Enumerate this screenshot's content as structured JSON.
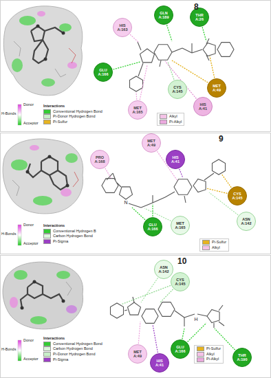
{
  "diagram": {
    "nodes": [
      {
        "text": [
          "GLN A:189"
        ]
      },
      {
        "text": [
          "THR A:26"
        ]
      },
      {
        "text": [
          "HIS A:163"
        ]
      },
      {
        "text": [
          "GLU A:166"
        ]
      },
      {
        "text": [
          "CYS A:145"
        ]
      },
      {
        "text": [
          "MET A:49"
        ]
      },
      {
        "text": [
          "MET A:165"
        ]
      },
      {
        "text": [
          "HIS A:41"
        ]
      },
      {
        "text": [
          "MET A:49"
        ]
      },
      {
        "text": [
          "PRO A:168"
        ]
      },
      {
        "text": [
          "HIS A:41"
        ]
      },
      {
        "text": [
          "CYS A:145"
        ]
      },
      {
        "text": [
          "ASN A:142"
        ]
      },
      {
        "text": [
          "GLU A:166"
        ]
      },
      {
        "text": [
          "MET A:165"
        ]
      },
      {
        "text": [
          "ASN A:142"
        ]
      },
      {
        "text": [
          "CYS A:145"
        ]
      },
      {
        "text": [
          "GLU A:166"
        ]
      },
      {
        "text": [
          "THR A:190"
        ]
      },
      {
        "text": [
          "MET A:49"
        ]
      },
      {
        "text": [
          "HIS A:41"
        ]
      }
    ],
    "labels": [
      "8",
      "H-Bonds",
      "Donor",
      "Acceptor",
      "Interactions",
      "9",
      "N",
      "H-Bonds",
      "Donor",
      "Acceptor",
      "Interactions",
      "10",
      "H",
      "H-Bonds",
      "Donor",
      "Acceptor",
      "Interactions"
    ],
    "legend": [
      {
        "text": "Conventional Hydrogen Bond",
        "color": "#33cc33"
      },
      {
        "text": "Pi-Donor Hydrogen Bond",
        "color": "#c8eec8"
      },
      {
        "text": "Pi-Sulfur",
        "color": "#e6b422"
      },
      {
        "text": "Alkyl",
        "color": "#f5c2e7"
      },
      {
        "text": "Pi-Alkyl",
        "color": "#eaa8dd"
      },
      {
        "text": "Conventional Hydrogen B",
        "color": "#33cc33"
      },
      {
        "text": "Carbon Hydrogen Bond",
        "color": "#dcf5dc"
      },
      {
        "text": "Pi-Sigma",
        "color": "#9b3fc4"
      },
      {
        "text": "Pi-Sulfur",
        "color": "#e6b422"
      },
      {
        "text": "Alkyl",
        "color": "#f5c2e7"
      },
      {
        "text": "Conventional Hydrogen Bond",
        "color": "#33cc33"
      },
      {
        "text": "Carbon Hydrogen Bond",
        "color": "#dcf5dc"
      },
      {
        "text": "Pi-Donor Hydrogen Bond",
        "color": "#c8eec8"
      },
      {
        "text": "Pi-Sigma",
        "color": "#9b3fc4"
      },
      {
        "text": "Pi-Sulfur",
        "color": "#e6b422"
      },
      {
        "text": "Alkyl",
        "color": "#f5c2e7"
      },
      {
        "text": "Pi-Alkyl",
        "color": "#eaa8dd"
      }
    ]
  }
}
